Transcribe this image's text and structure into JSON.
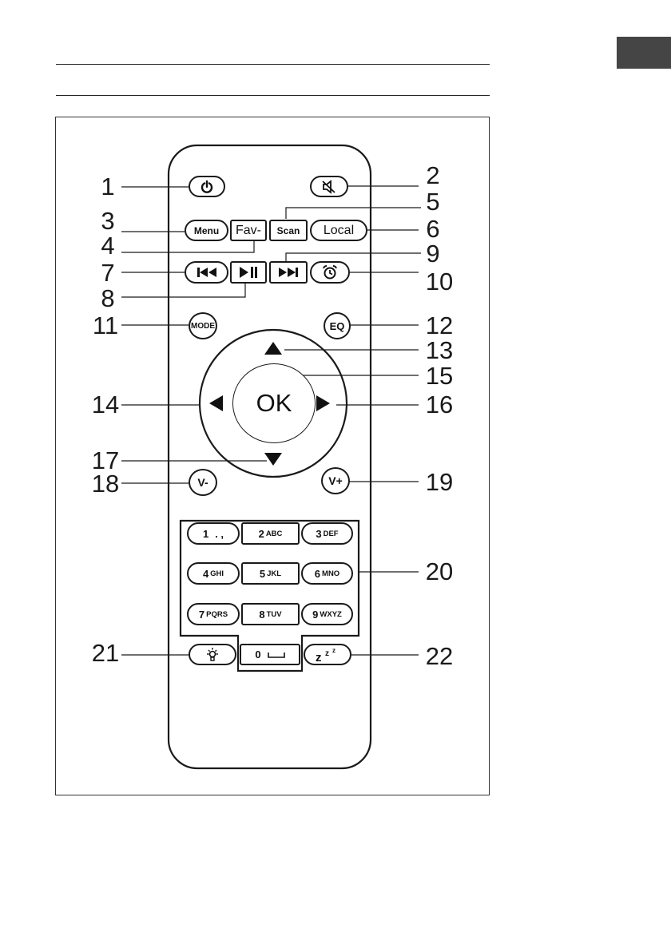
{
  "callouts": {
    "n1": "1",
    "n2": "2",
    "n3": "3",
    "n4": "4",
    "n5": "5",
    "n6": "6",
    "n7": "7",
    "n8": "8",
    "n9": "9",
    "n10": "10",
    "n11": "11",
    "n12": "12",
    "n13": "13",
    "n14": "14",
    "n15": "15",
    "n16": "16",
    "n17": "17",
    "n18": "18",
    "n19": "19",
    "n20": "20",
    "n21": "21",
    "n22": "22"
  },
  "buttons": {
    "menu": "Menu",
    "fav": "Fav-",
    "scan": "Scan",
    "local": "Local",
    "mode": "MODE",
    "eq": "EQ",
    "ok": "OK",
    "vol_down": "V-",
    "vol_up": "V+",
    "zero": "0"
  },
  "keypad": [
    {
      "num": "1",
      "letters": ". ,"
    },
    {
      "num": "2",
      "letters": "ABC"
    },
    {
      "num": "3",
      "letters": "DEF"
    },
    {
      "num": "4",
      "letters": "GHI"
    },
    {
      "num": "5",
      "letters": "JKL"
    },
    {
      "num": "6",
      "letters": "MNO"
    },
    {
      "num": "7",
      "letters": "PQRS"
    },
    {
      "num": "8",
      "letters": "TUV"
    },
    {
      "num": "9",
      "letters": "WXYZ"
    }
  ],
  "icons": {
    "power": "power-icon",
    "mute": "mute-icon",
    "prev": "skip-previous-icon",
    "play_pause": "play-pause-icon",
    "next": "skip-next-icon",
    "alarm": "alarm-clock-icon",
    "up": "arrow-up-icon",
    "down": "arrow-down-icon",
    "left": "arrow-left-icon",
    "right": "arrow-right-icon",
    "light": "light-bulb-icon",
    "space": "space-icon",
    "sleep": "sleep-icon"
  },
  "colors": {
    "tab": "#454545",
    "ink": "#1a1a1a"
  }
}
